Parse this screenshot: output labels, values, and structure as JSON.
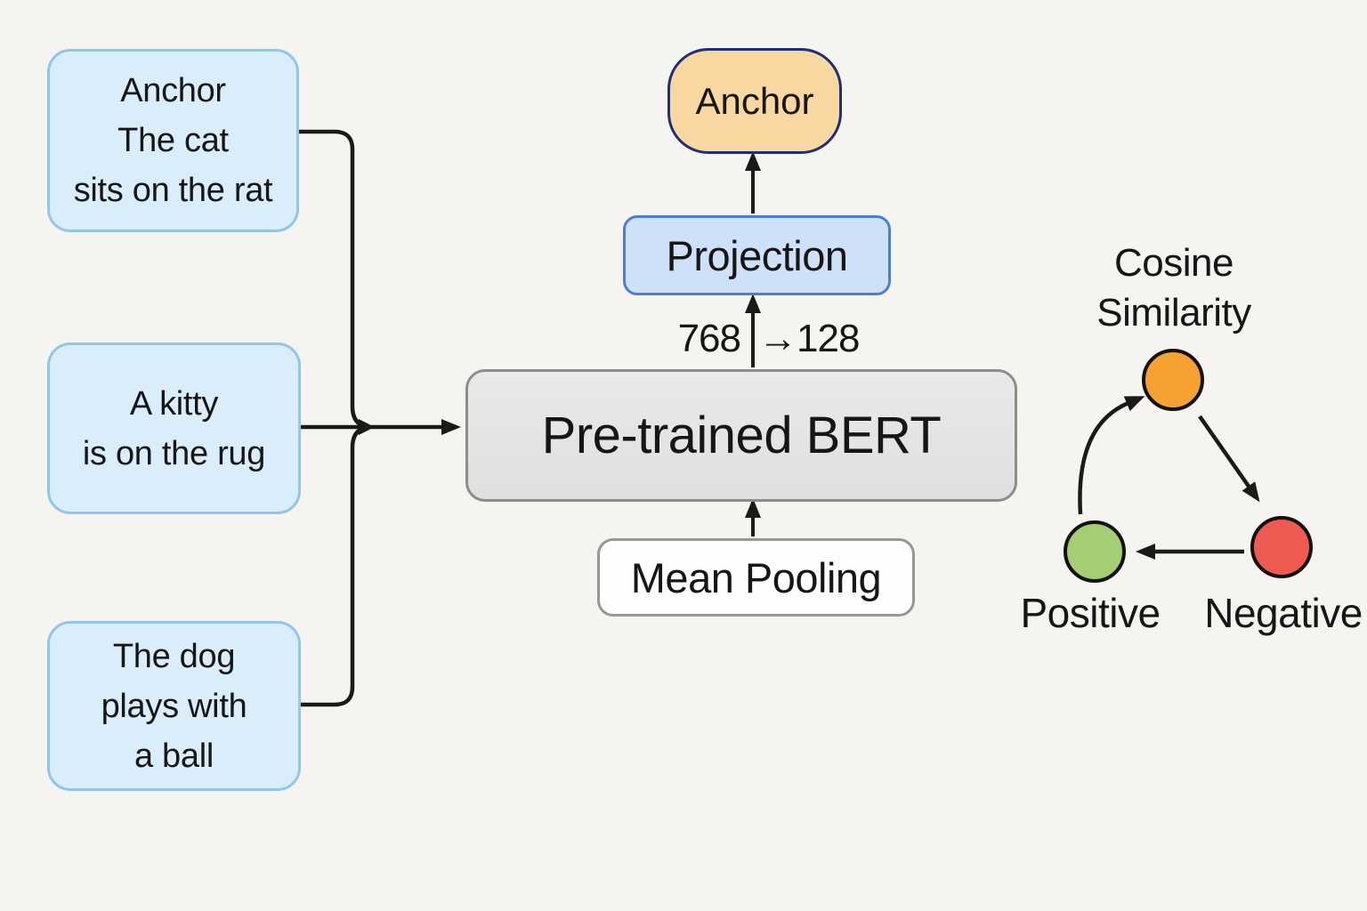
{
  "inputs": [
    {
      "role": "anchor-sentence",
      "lines": [
        "Anchor",
        "The cat",
        "sits on the rat"
      ]
    },
    {
      "role": "positive-sentence",
      "lines": [
        "A kitty",
        "is on the rug"
      ]
    },
    {
      "role": "negative-sentence",
      "lines": [
        "The dog",
        "plays with",
        "a ball"
      ]
    }
  ],
  "model": {
    "label": "Pre-trained BERT"
  },
  "pooling": {
    "label": "Mean Pooling"
  },
  "projection": {
    "label": "Projection",
    "dims_in": "768",
    "dims_out": "→128"
  },
  "output": {
    "label": "Anchor"
  },
  "similarity": {
    "title_line1": "Cosine",
    "title_line2": "Similarity",
    "nodes": {
      "anchor": {
        "color": "#f5a233"
      },
      "positive": {
        "color": "#a5cd74",
        "label": "Positive"
      },
      "negative": {
        "color": "#ee5a52",
        "label": "Negative"
      }
    }
  },
  "colors": {
    "background": "#f5f4f1",
    "input_box_fill": "#d9edfa",
    "input_box_border": "#90c6e9",
    "bert_fill": "#e4e4e3",
    "projection_fill": "#cfe1f9",
    "projection_border": "#4b7fd6",
    "anchor_pill_fill": "#f9d7a1",
    "anchor_pill_border": "#1e2f78",
    "wire": "#1a1a1a"
  }
}
